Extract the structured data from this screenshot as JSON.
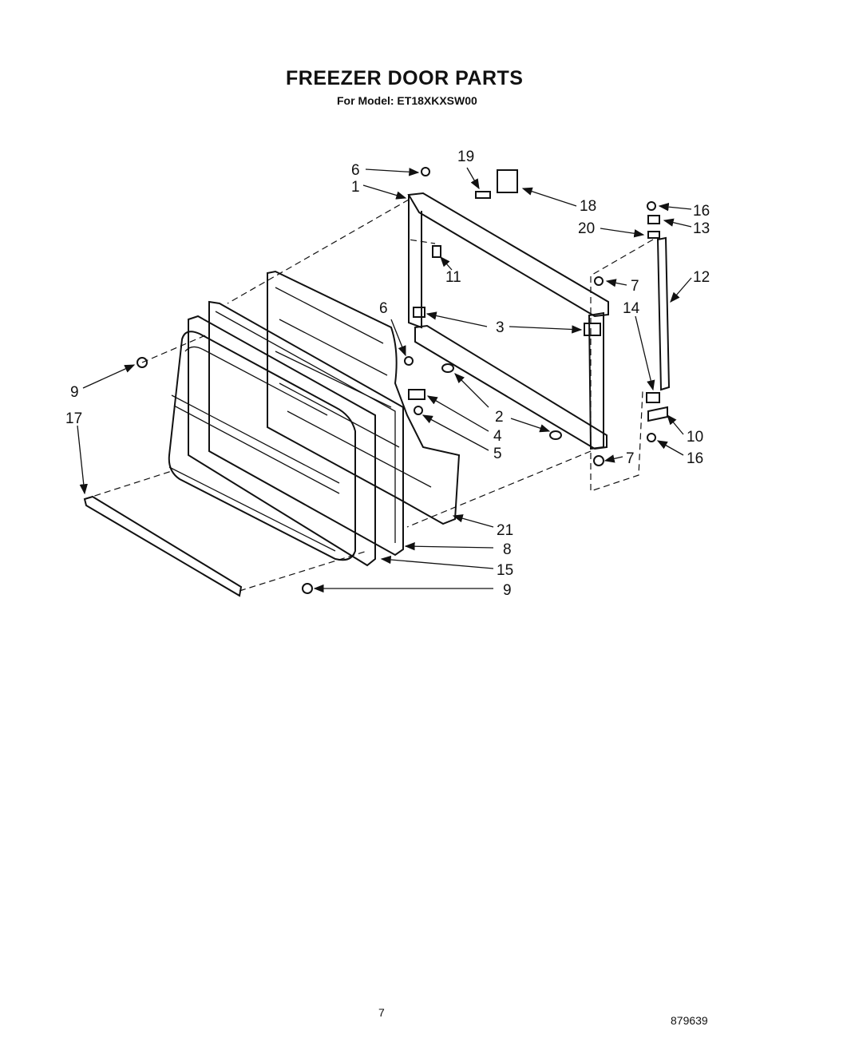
{
  "document": {
    "title": "FREEZER DOOR PARTS",
    "subtitle": "For Model: ET18XKXSW00",
    "page_number": "7",
    "document_number": "879639"
  },
  "callouts": {
    "c1": "1",
    "c2": "2",
    "c3": "3",
    "c4": "4",
    "c5": "5",
    "c6a": "6",
    "c6b": "6",
    "c7a": "7",
    "c7b": "7",
    "c8": "8",
    "c9a": "9",
    "c9b": "9",
    "c10": "10",
    "c11": "11",
    "c12": "12",
    "c13": "13",
    "c14": "14",
    "c15": "15",
    "c16a": "16",
    "c16b": "16",
    "c17": "17",
    "c18": "18",
    "c19": "19",
    "c20": "20",
    "c21": "21"
  }
}
